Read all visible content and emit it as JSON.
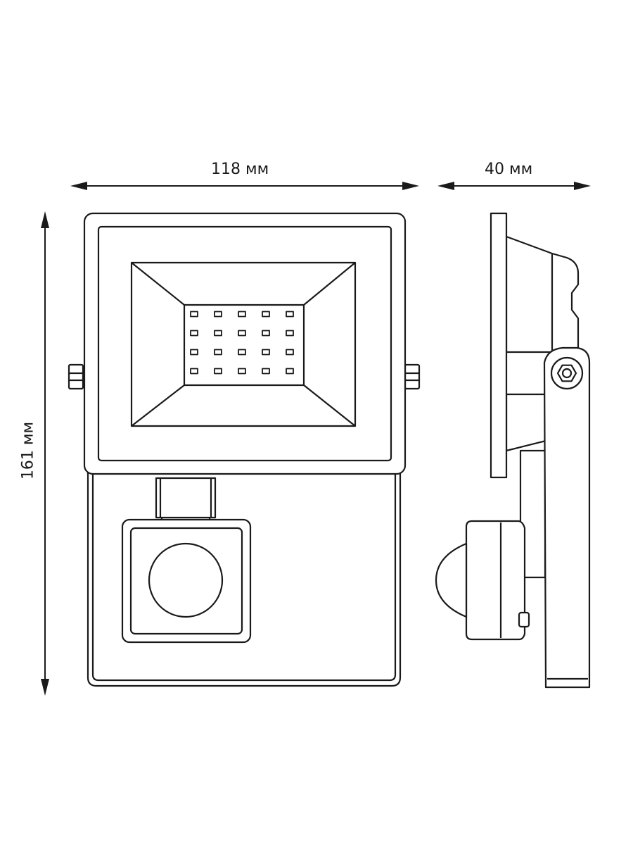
{
  "dimensions": {
    "width": "118 мм",
    "depth": "40 мм",
    "height": "161 мм"
  },
  "led_grid": {
    "rows": 4,
    "columns": 5
  }
}
